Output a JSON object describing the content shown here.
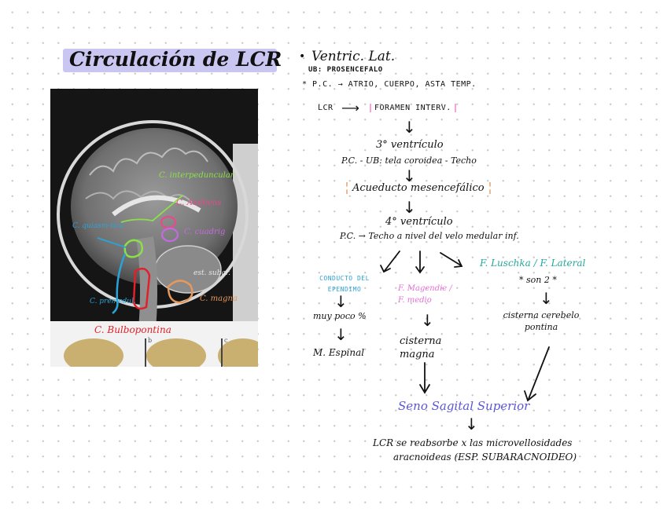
{
  "title": "Circulación de LCR",
  "image_labels": {
    "interpeduncular": "C. interpeduncular",
    "ambiens": "C. Ambiens",
    "cuadrig": "C. cuadrig",
    "quiasm": "C. quiasm-tica",
    "est_subar": "est. subar.",
    "magna": "C. magna",
    "premedular": "C. premedul.",
    "bulbopontina": "C. Bulbopontina",
    "panel_b": "b",
    "panel_c": "c"
  },
  "notes": {
    "bullet": "•",
    "heading": "Ventric. Lat.",
    "ub": "UB: PROSENCEFALO",
    "pc_line": "* P.C. → ATRIO, CUERPO, ASTA TEMP.",
    "lcr": "LCR",
    "foramen": "FORAMEN INTERV.",
    "third": "3° ventrículo",
    "third_pc": "P.C. - UB: tela coroidea - Techo",
    "acueducto": "Acueducto mesencefálico",
    "fourth": "4° ventrículo",
    "fourth_pc": "P.C. → Techo a nivel del velo medular inf.",
    "canal": "CONDUCTO DEL EPENDIMO",
    "magendie": "F. Magendie / F. medio",
    "luschka": "F. Luschka / F. Lateral",
    "son2": "* son 2 *",
    "poco": "muy poco %",
    "cisterna_magna": "cisterna magna",
    "cisterna_ponto": "cisterna cerebelo pontina",
    "medula": "M. Espinal",
    "seno": "Seno Sagital Superior",
    "final1": "LCR se reabsorbe x las microvellosidades",
    "final2": "aracnoideas  (ESP. SUBARACNOIDEO)"
  },
  "colors": {
    "title_highlight": "#c9c6f2",
    "blue": "#2aa3d6",
    "pink": "#e86fd5",
    "teal": "#23a89e",
    "indigo": "#5b57d6",
    "red": "#e0202a",
    "green": "#8be04a",
    "purple": "#c46ae0",
    "orange": "#e8985a"
  }
}
